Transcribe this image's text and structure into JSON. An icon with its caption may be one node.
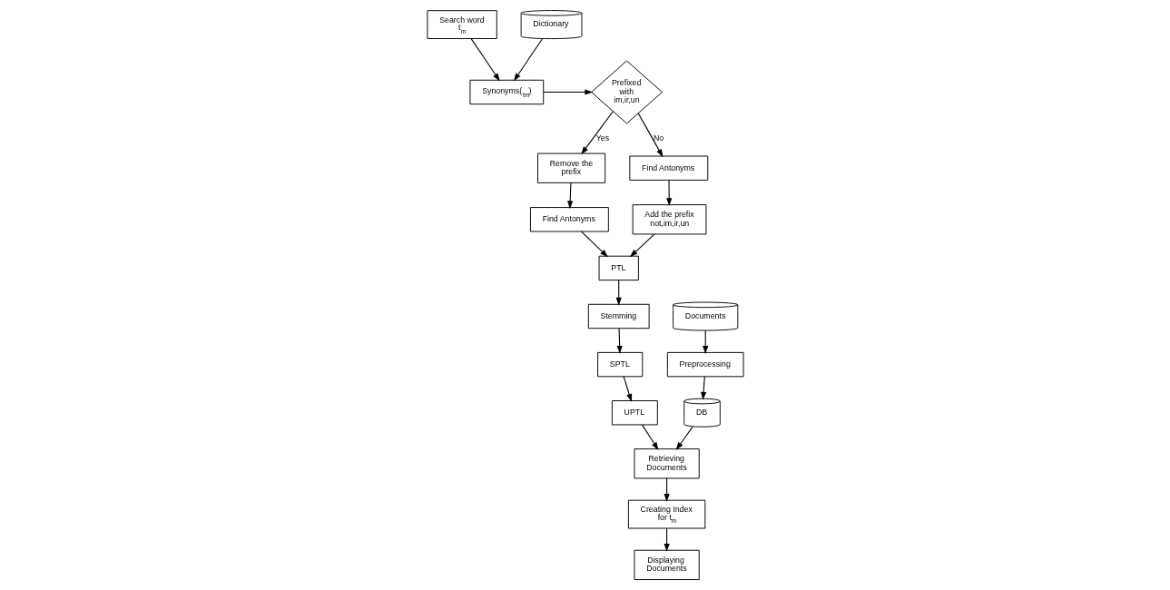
{
  "diagram": {
    "nodes": [
      {
        "text": [
          "Search word t$_{m}$"
        ]
      },
      {
        "text": [
          "Synonyms($_{tm}$)"
        ]
      },
      {
        "text": [
          "Dictionary"
        ]
      },
      {
        "text": [
          "Prefixed with im,ir,un"
        ]
      },
      {
        "text": [
          "Remove the prefix"
        ]
      },
      {
        "text": [
          "Find Antonyms"
        ]
      },
      {
        "text": [
          "Find Antonyms"
        ]
      },
      {
        "text": [
          "Add the prefix not,im,ir,un"
        ]
      },
      {
        "text": [
          "PTL"
        ]
      },
      {
        "text": [
          "Stemming"
        ]
      },
      {
        "text": [
          "SPTL"
        ]
      },
      {
        "text": [
          "UPTL"
        ]
      },
      {
        "text": [
          "Retrieving Documents"
        ]
      },
      {
        "text": [
          "Creating Index for t$_{m}$"
        ]
      },
      {
        "text": [
          "Displaying Documents"
        ]
      },
      {
        "text": [
          "Documents"
        ]
      },
      {
        "text": [
          "Preprocessing"
        ]
      },
      {
        "text": [
          "DB"
        ]
      }
    ],
    "edges": [
      {
        "from": 0,
        "to": 1,
        "arrow": "to"
      },
      {
        "from": 2,
        "to": 1,
        "arrow": "to"
      },
      {
        "from": 1,
        "to": 3,
        "arrow": "to"
      },
      {
        "from": 3,
        "to": 4,
        "arrow": "to",
        "label": "Yes"
      },
      {
        "from": 3,
        "to": 6,
        "arrow": "to",
        "label": "No"
      },
      {
        "from": 4,
        "to": 5,
        "arrow": "to"
      },
      {
        "from": 5,
        "to": 8,
        "arrow": "to"
      },
      {
        "from": 6,
        "to": 7,
        "arrow": "to"
      },
      {
        "from": 7,
        "to": 8,
        "arrow": "to"
      },
      {
        "from": 8,
        "to": 9,
        "arrow": "to"
      },
      {
        "from": 9,
        "to": 10,
        "arrow": "to"
      },
      {
        "from": 10,
        "to": 11,
        "arrow": "to"
      },
      {
        "from": 11,
        "to": 12,
        "arrow": "to"
      },
      {
        "from": 12,
        "to": 13,
        "arrow": "to"
      },
      {
        "from": 13,
        "to": 14,
        "arrow": "to"
      },
      {
        "from": 15,
        "to": 16,
        "arrow": "to"
      },
      {
        "from": 16,
        "to": 17,
        "arrow": "to"
      },
      {
        "from": 17,
        "to": 12,
        "arrow": "to"
      }
    ]
  }
}
